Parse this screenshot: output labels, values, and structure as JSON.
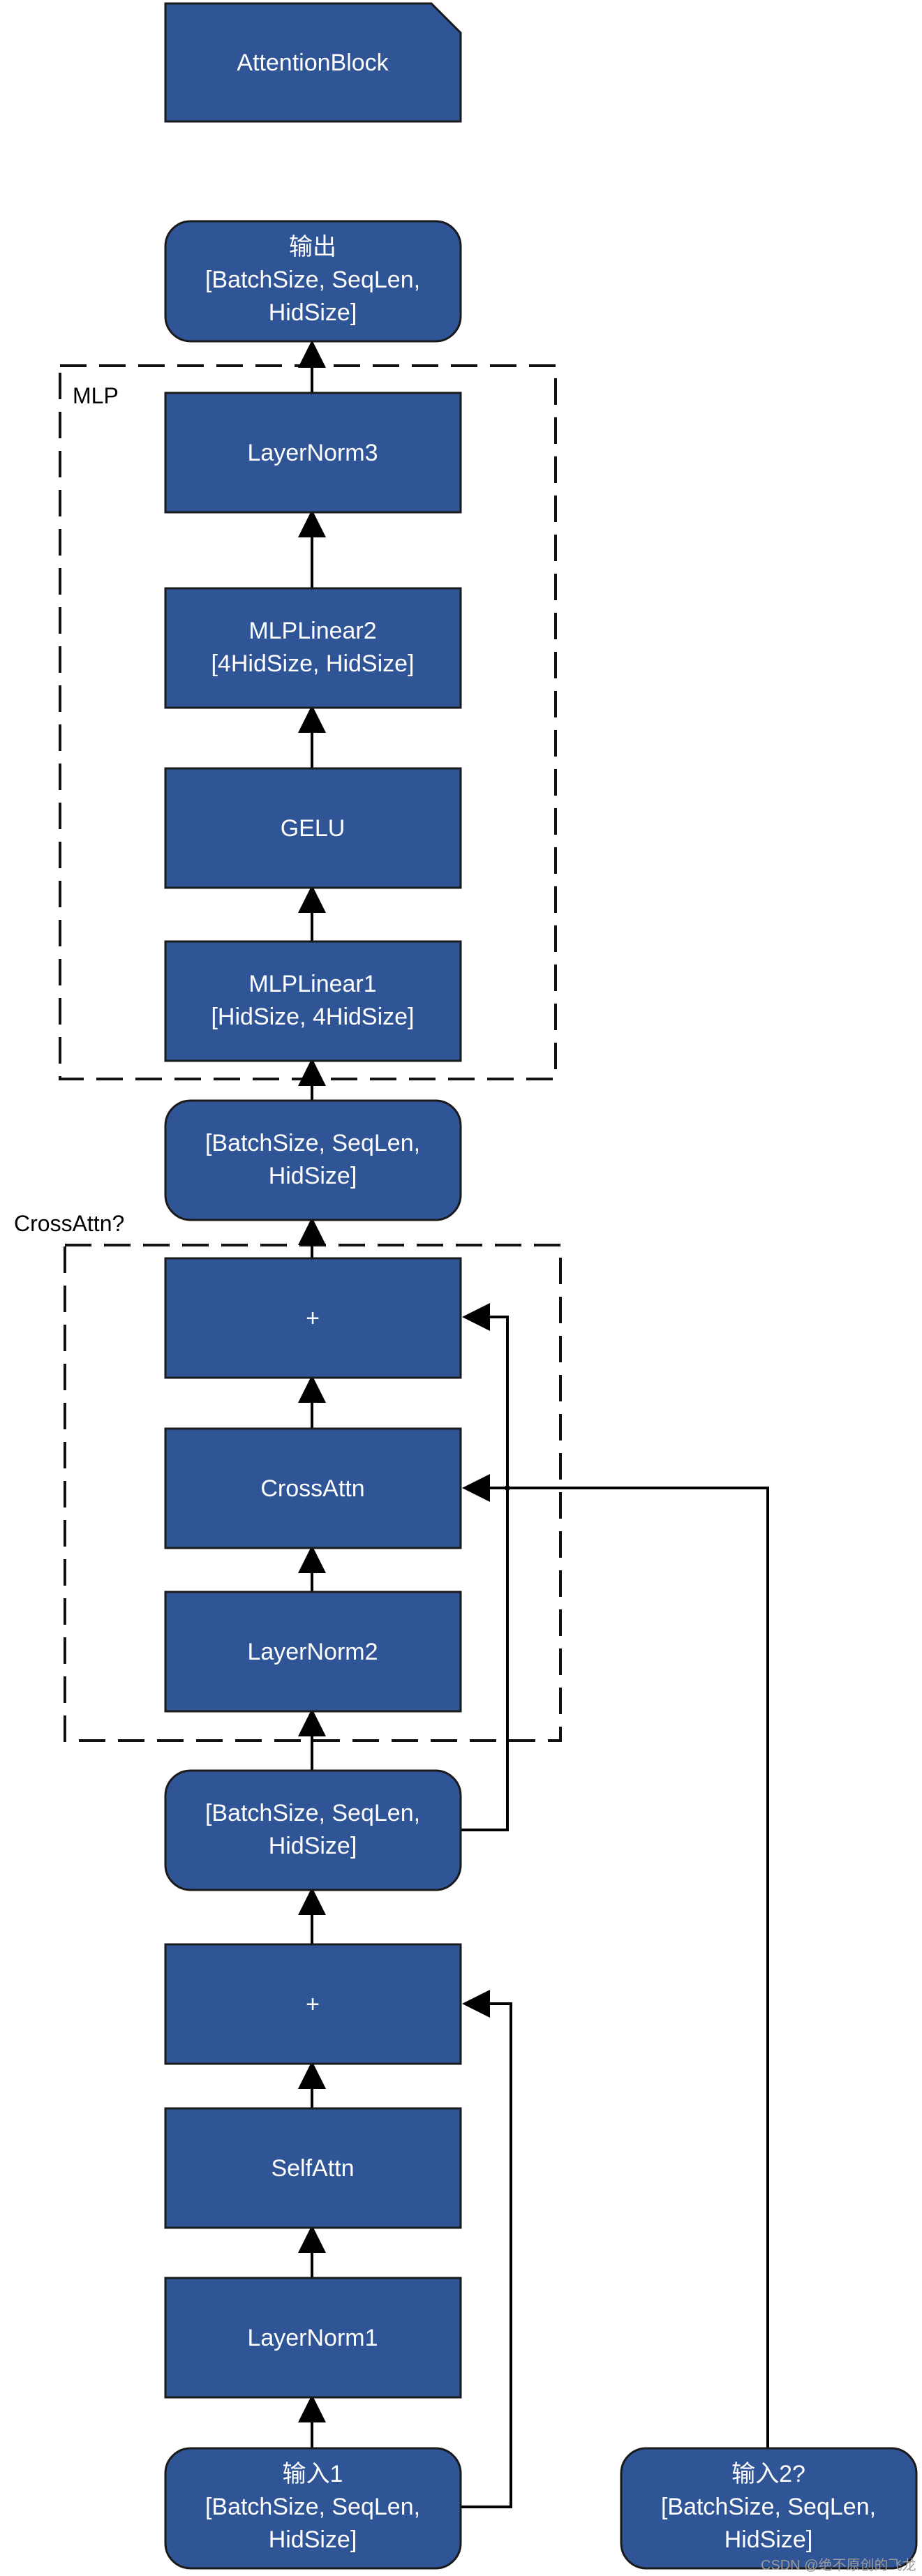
{
  "colors": {
    "node_fill": "#2f5597",
    "node_text": "#ffffff",
    "edge": "#000000"
  },
  "nodes": {
    "attention_block": {
      "lines": [
        "AttentionBlock"
      ]
    },
    "output": {
      "lines": [
        "输出",
        "[BatchSize, SeqLen,",
        "HidSize]"
      ]
    },
    "layernorm3": {
      "lines": [
        "LayerNorm3"
      ]
    },
    "mlp_linear2": {
      "lines": [
        "MLPLinear2",
        "[4HidSize, HidSize]"
      ]
    },
    "gelu": {
      "lines": [
        "GELU"
      ]
    },
    "mlp_linear1": {
      "lines": [
        "MLPLinear1",
        "[HidSize, 4HidSize]"
      ]
    },
    "tensor_mid_upper": {
      "lines": [
        "[BatchSize, SeqLen,",
        "HidSize]"
      ]
    },
    "add_cross": {
      "lines": [
        "+"
      ]
    },
    "cross_attn": {
      "lines": [
        "CrossAttn"
      ]
    },
    "layernorm2": {
      "lines": [
        "LayerNorm2"
      ]
    },
    "tensor_mid_lower": {
      "lines": [
        "[BatchSize, SeqLen,",
        "HidSize]"
      ]
    },
    "add_self": {
      "lines": [
        "+"
      ]
    },
    "self_attn": {
      "lines": [
        "SelfAttn"
      ]
    },
    "layernorm1": {
      "lines": [
        "LayerNorm1"
      ]
    },
    "input1": {
      "lines": [
        "输入1",
        "[BatchSize, SeqLen,",
        "HidSize]"
      ]
    },
    "input2": {
      "lines": [
        "输入2?",
        "[BatchSize, SeqLen,",
        "HidSize]"
      ]
    }
  },
  "groups": {
    "mlp": {
      "label": "MLP"
    },
    "cross_attn": {
      "label": "CrossAttn?"
    }
  },
  "watermark": "CSDN @绝不原创的飞龙",
  "edges": [
    [
      "input1",
      "layernorm1"
    ],
    [
      "layernorm1",
      "self_attn"
    ],
    [
      "self_attn",
      "add_self"
    ],
    [
      "input1",
      "add_self"
    ],
    [
      "add_self",
      "tensor_mid_lower"
    ],
    [
      "tensor_mid_lower",
      "layernorm2"
    ],
    [
      "layernorm2",
      "cross_attn"
    ],
    [
      "input2",
      "cross_attn"
    ],
    [
      "cross_attn",
      "add_cross"
    ],
    [
      "tensor_mid_lower",
      "add_cross"
    ],
    [
      "add_cross",
      "tensor_mid_upper"
    ],
    [
      "tensor_mid_upper",
      "mlp_linear1"
    ],
    [
      "mlp_linear1",
      "gelu"
    ],
    [
      "gelu",
      "mlp_linear2"
    ],
    [
      "mlp_linear2",
      "layernorm3"
    ],
    [
      "layernorm3",
      "output"
    ]
  ]
}
